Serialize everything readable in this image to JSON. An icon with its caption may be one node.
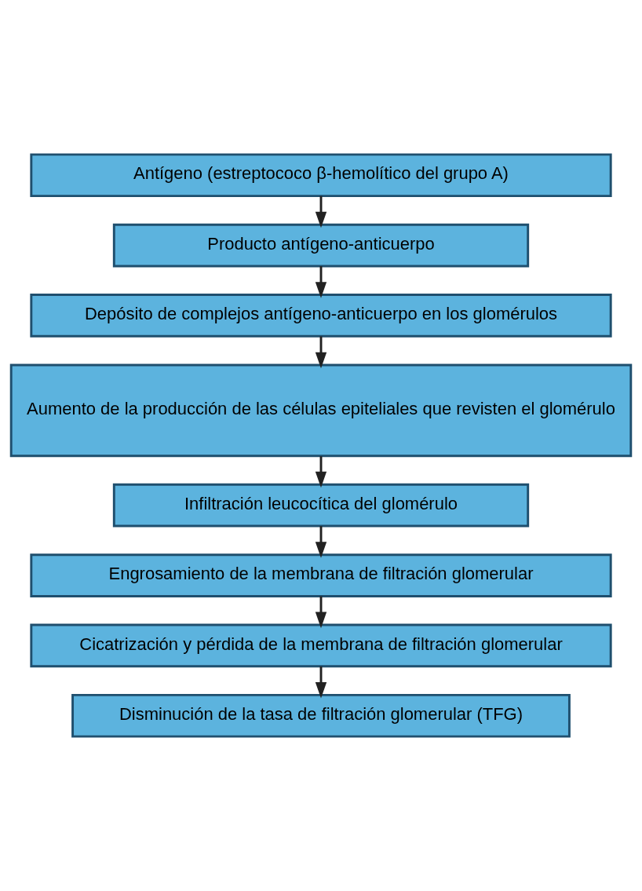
{
  "diagram": {
    "nodes": [
      {
        "text": [
          "Antígeno (estreptococo β-hemolítico del grupo A)"
        ]
      },
      {
        "text": [
          "Producto antígeno-anticuerpo"
        ]
      },
      {
        "text": [
          "Depósito de complejos antígeno-anticuerpo en los glomérulos"
        ]
      },
      {
        "text": [
          "Aumento de la producción de las células epiteliales que revisten el glomérulo"
        ]
      },
      {
        "text": [
          "Infiltración leucocítica del glomérulo"
        ]
      },
      {
        "text": [
          "Engrosamiento de la membrana de filtración glomerular"
        ]
      },
      {
        "text": [
          "Cicatrización y pérdida de la membrana de filtración glomerular"
        ]
      },
      {
        "text": [
          "Disminución de la tasa de filtración glomerular (TFG)"
        ]
      }
    ],
    "edges": [
      {
        "from": 0,
        "to": 1,
        "arrow": "to"
      },
      {
        "from": 1,
        "to": 2,
        "arrow": "to"
      },
      {
        "from": 2,
        "to": 3,
        "arrow": "to"
      },
      {
        "from": 3,
        "to": 4,
        "arrow": "to"
      },
      {
        "from": 4,
        "to": 5,
        "arrow": "to"
      },
      {
        "from": 5,
        "to": 6,
        "arrow": "to"
      },
      {
        "from": 6,
        "to": 7,
        "arrow": "to"
      }
    ]
  }
}
